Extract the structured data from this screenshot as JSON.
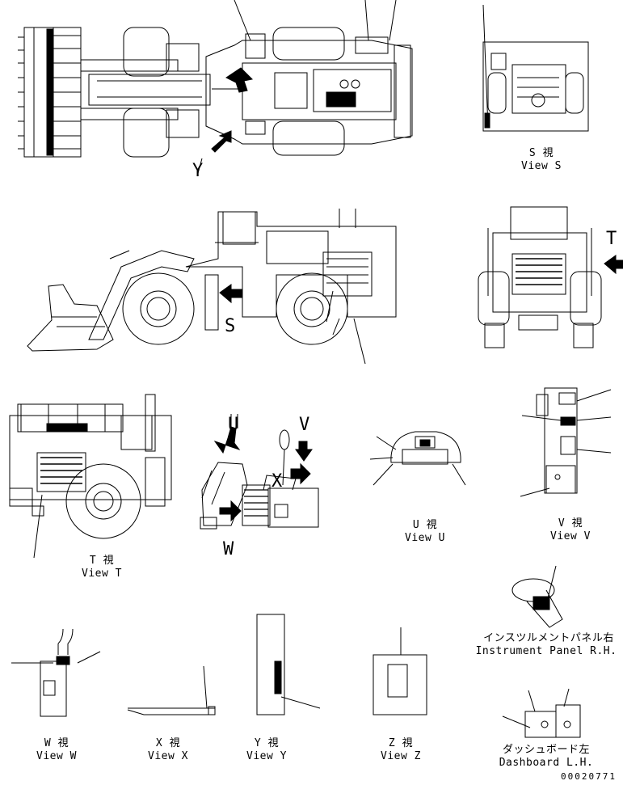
{
  "view_letters": {
    "y": "Y",
    "t": "T",
    "u": "U",
    "v": "V",
    "w": "W",
    "x": "X",
    "s": "S"
  },
  "captions": {
    "s_jp": "S 視",
    "s_en": "View S",
    "t_jp": "T 視",
    "t_en": "View T",
    "u_jp": "U 視",
    "u_en": "View U",
    "v_jp": "V 視",
    "v_en": "View V",
    "w_jp": "W 視",
    "w_en": "View W",
    "x_jp": "X 視",
    "x_en": "View X",
    "y_jp": "Y 視",
    "y_en": "View Y",
    "z_jp": "Z 視",
    "z_en": "View Z",
    "panel_jp": "インスツルメントパネル右",
    "panel_en": "Instrument Panel R.H.",
    "dash_jp": "ダッシュボード左",
    "dash_en": "Dashboard L.H."
  },
  "drawing_code": "00020771"
}
